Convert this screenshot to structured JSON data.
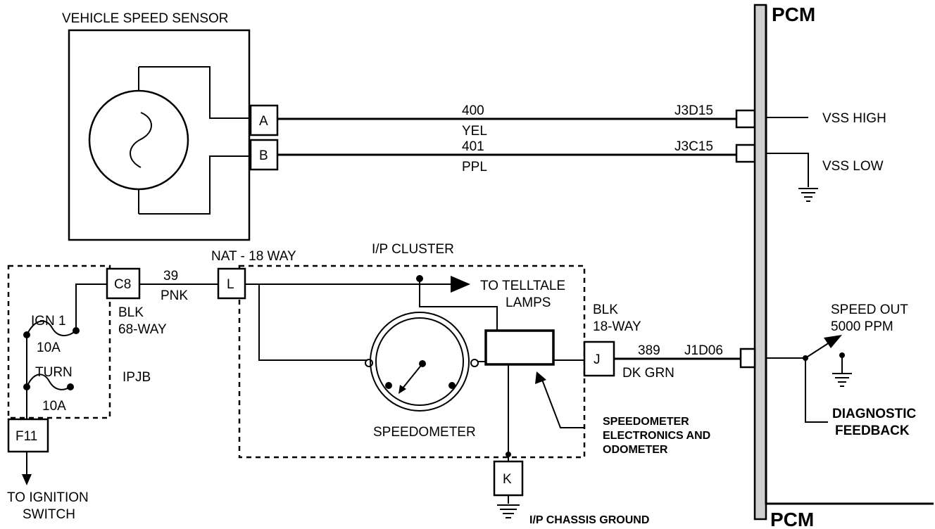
{
  "sensor": {
    "title": "VEHICLE SPEED SENSOR",
    "pin_a": "A",
    "pin_b": "B"
  },
  "pcm": {
    "title_top": "PCM",
    "title_bottom": "PCM"
  },
  "wires": {
    "w400": {
      "circuit": "400",
      "color": "YEL",
      "pin": "J3D15",
      "signal": "VSS HIGH"
    },
    "w401": {
      "circuit": "401",
      "color": "PPL",
      "pin": "J3C15",
      "signal": "VSS LOW"
    },
    "w39": {
      "circuit": "39",
      "color": "PNK"
    },
    "w389": {
      "circuit": "389",
      "color": "DK GRN",
      "pin": "J1D06"
    }
  },
  "connectors": {
    "c8": {
      "label": "C8",
      "desc1": "BLK",
      "desc2": "68-WAY"
    },
    "l": {
      "label": "L",
      "desc": "NAT - 18 WAY"
    },
    "j": {
      "label": "J",
      "desc1": "BLK",
      "desc2": "18-WAY"
    },
    "k": {
      "label": "K",
      "ground": "I/P CHASSIS GROUND"
    },
    "f11": {
      "label": "F11"
    }
  },
  "cluster": {
    "title": "I/P CLUSTER",
    "telltale1": "TO TELLTALE",
    "telltale2": "LAMPS",
    "speedometer": "SPEEDOMETER",
    "elec1": "SPEEDOMETER",
    "elec2": "ELECTRONICS AND",
    "elec3": "ODOMETER"
  },
  "ipjb": {
    "label": "IPJB",
    "fuse1_name": "IGN 1",
    "fuse1_rating": "10A",
    "fuse2_name": "TURN",
    "fuse2_rating": "10A"
  },
  "ignition": {
    "line1": "TO IGNITION",
    "line2": "SWITCH"
  },
  "speed_out": {
    "line1": "SPEED OUT",
    "line2": "5000 PPM"
  },
  "diag": {
    "line1": "DIAGNOSTIC",
    "line2": "FEEDBACK"
  }
}
